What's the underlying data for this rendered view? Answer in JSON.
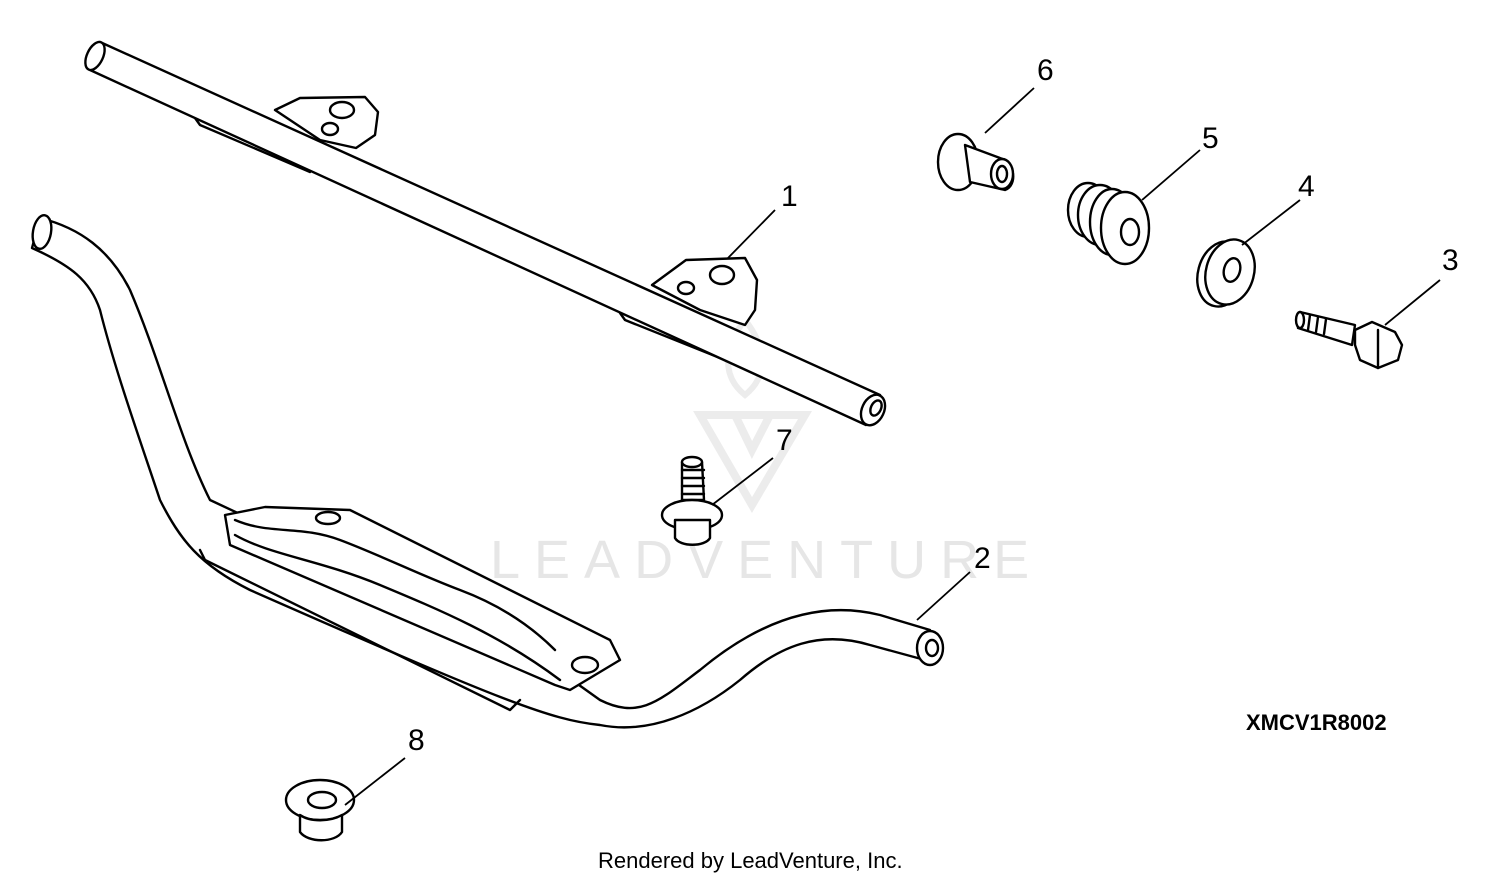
{
  "diagram": {
    "part_code": "XMCV1R8002",
    "watermark": "LEADVENTURE",
    "footer": "Rendered by LeadVenture, Inc.",
    "callouts": [
      {
        "label": "1",
        "part": "upper-bar"
      },
      {
        "label": "2",
        "part": "lower-step-bar"
      },
      {
        "label": "3",
        "part": "bolt"
      },
      {
        "label": "4",
        "part": "washer"
      },
      {
        "label": "5",
        "part": "grommet"
      },
      {
        "label": "6",
        "part": "bushing"
      },
      {
        "label": "7",
        "part": "flange-bolt"
      },
      {
        "label": "8",
        "part": "flange-nut"
      }
    ]
  }
}
